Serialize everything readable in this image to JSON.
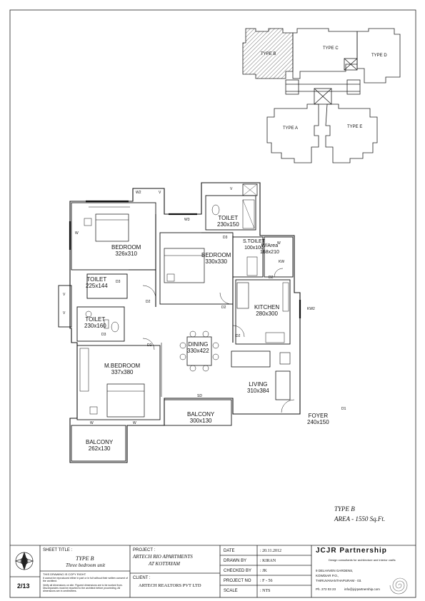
{
  "key_plan": {
    "units": [
      "TYPE A",
      "TYPE B",
      "TYPE C",
      "TYPE D",
      "TYPE E"
    ]
  },
  "rooms": [
    {
      "name": "BEDROOM",
      "size": "326x310"
    },
    {
      "name": "TOILET",
      "size": "230x150"
    },
    {
      "name": "BEDROOM",
      "size": "330x330"
    },
    {
      "name": "S.TOILET",
      "size": "100x100"
    },
    {
      "name": "W/Area",
      "size": "168x210"
    },
    {
      "name": "TOILET",
      "size": "225x144"
    },
    {
      "name": "TOILET",
      "size": "230x160"
    },
    {
      "name": "KITCHEN",
      "size": "280x300"
    },
    {
      "name": "DINING",
      "size": "330x422"
    },
    {
      "name": "M.BEDROOM",
      "size": "337x380"
    },
    {
      "name": "LIVING",
      "size": "310x384"
    },
    {
      "name": "BALCONY",
      "size": "300x130"
    },
    {
      "name": "BALCONY",
      "size": "262x130"
    },
    {
      "name": "FOYER",
      "size": "240x150"
    }
  ],
  "tags": [
    "W2",
    "V",
    "W3",
    "V",
    "D3",
    "W",
    "W",
    "V",
    "V",
    "D2",
    "D2",
    "D2",
    "D2",
    "D3",
    "D3",
    "KW",
    "KW2",
    "D1",
    "W",
    "W",
    "SD",
    "D2"
  ],
  "plan_caption": {
    "line1": "TYPE B",
    "line2": "AREA - 1550 Sq.Ft."
  },
  "title_block": {
    "sheet_title_label": "SHEET TITLE :",
    "sheet_title_1": "TYPE B",
    "sheet_title_2": "Three bedroom unit",
    "copyright_1": "THIS DRAWING IS COPY RIGHT",
    "copyright_2": "It cannot be reproduced either in part or in full without their written consent of the architect.",
    "copyright_3": "Verify all dimensions on site. Figured dimensions are to be worked from. Discrepancies must be reported to the architect before proceeding. All dimensions are in centimetres.",
    "sheet_no": "2/13",
    "project_label": "PROJECT :",
    "project_1": "ARTECH RIO APARTMENTS",
    "project_2": "AT KOTTAYAM",
    "client_label": "CLIENT :",
    "client": "ARTECH REALTORS PVT LTD",
    "date_label": "DATE",
    "date": ": 20.11.2012",
    "drawn_label": "DRAWN BY",
    "drawn": ": KIRAN",
    "checked_label": "CHECKED BY",
    "checked": ": JK",
    "projno_label": "PROJECT NO",
    "projno": ": F - 56",
    "scale_label": "SCALE",
    "scale": ": NTS",
    "firm": "JCJR Partnership",
    "firm_tag": "Design consultants for architecture and interior crafts",
    "addr_1": "9 DELHAVEN GARDENS,",
    "addr_2": "KOWDIAR P.O.,",
    "addr_3": "THIRUVANANTHAPURAM - 03.",
    "phone": "Ph. 272 03 23",
    "email": "info@jcjrpartnership.com"
  }
}
